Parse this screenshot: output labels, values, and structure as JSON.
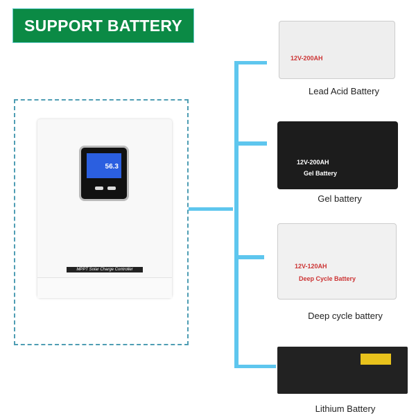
{
  "banner": {
    "title": "SUPPORT BATTERY",
    "color": "#0b8a45"
  },
  "controller": {
    "display_value": "56.3",
    "label": "MPPT Solar Charge Controller"
  },
  "connector_color": "#5ec6ee",
  "batteries": [
    {
      "name": "Lead Acid Battery",
      "print": "12V-200AH"
    },
    {
      "name": "Gel battery",
      "print": "12V-200AH",
      "sub": "Gel Battery"
    },
    {
      "name": "Deep cycle battery",
      "print": "12V-120AH",
      "sub": "Deep Cycle Battery"
    },
    {
      "name": "Lithium Battery"
    }
  ]
}
